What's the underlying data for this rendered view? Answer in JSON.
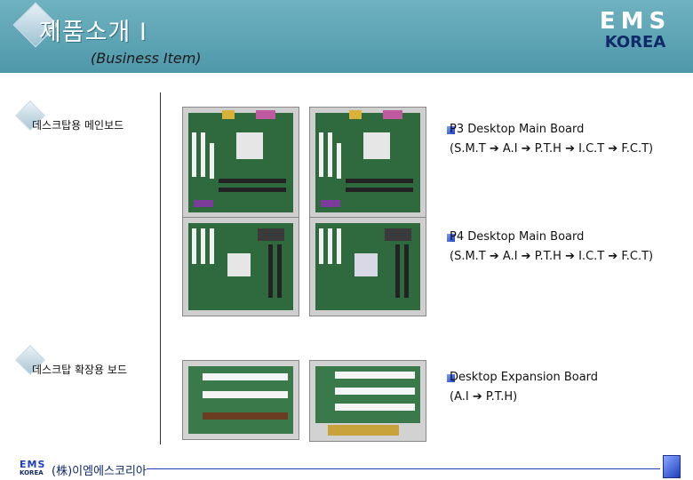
{
  "header": {
    "title": "제품소개 I",
    "subtitle": "(Business Item)",
    "logo_ems": "EMS",
    "logo_korea": "KOREA"
  },
  "sections": [
    {
      "label": "데스크탑용 메인보드",
      "items": [
        {
          "line1": "P3 Desktop Main Board",
          "line2": "(S.M.T ➔ A.I ➔ P.T.H ➔ I.C.T ➔ F.C.T)"
        },
        {
          "line1": "P4 Desktop Main Board",
          "line2": "(S.M.T ➔ A.I ➔ P.T.H ➔ I.C.T ➔ F.C.T)"
        }
      ]
    },
    {
      "label": "데스크탑 확장용 보드",
      "items": [
        {
          "line1": "Desktop Expansion Board",
          "line2": "(A.I ➔ P.T.H)"
        }
      ]
    }
  ],
  "footer": {
    "logo_ems": "EMS",
    "logo_korea": "KOREA",
    "company": "(株)이엠에스코리아"
  },
  "colors": {
    "header_bg": "#5aa2b3",
    "bullet": "#1f3fbf",
    "footer_accent": "#1f3fbf"
  }
}
